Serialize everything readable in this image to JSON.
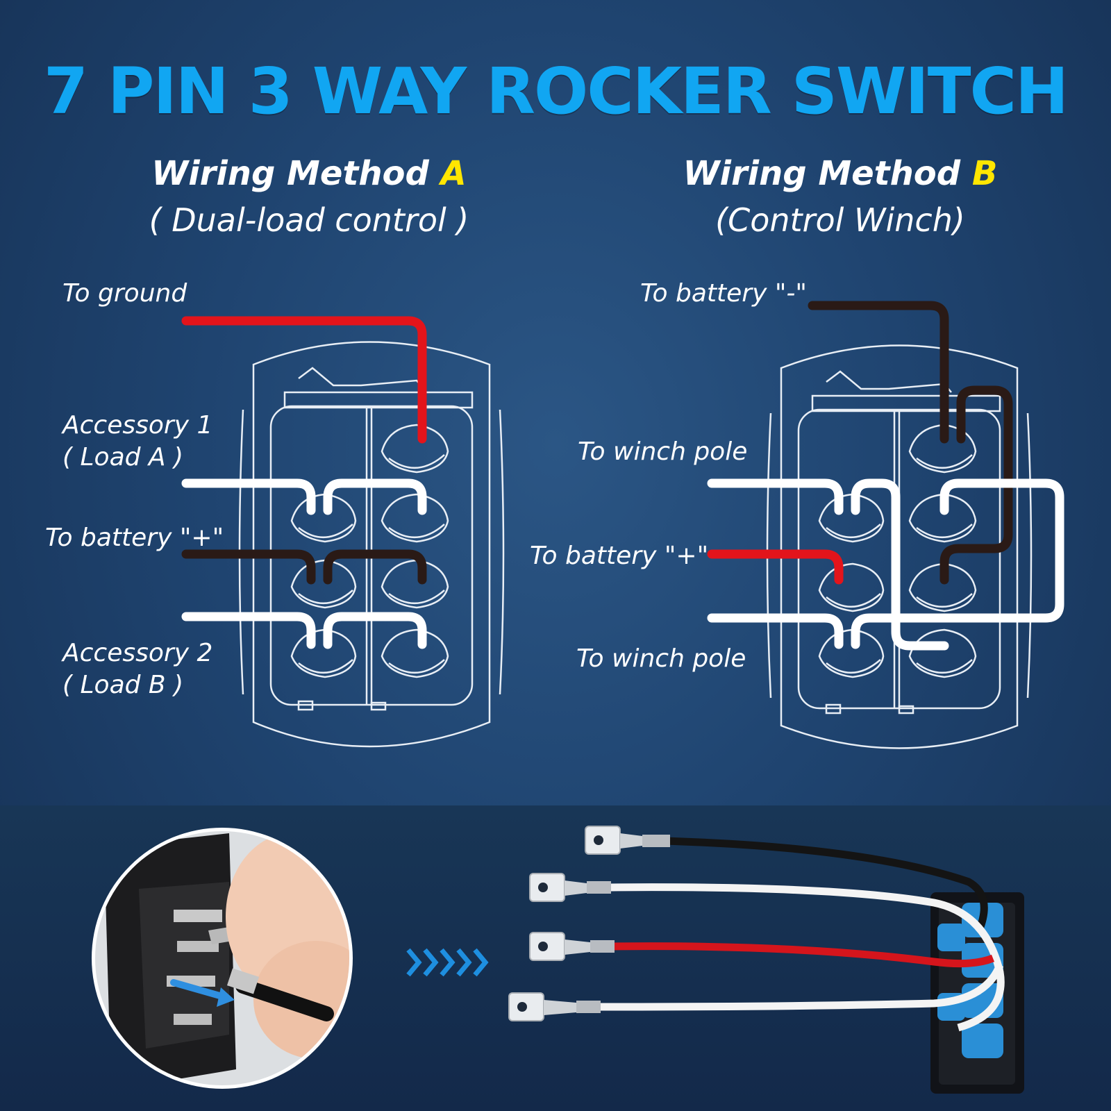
{
  "title": "7 PIN 3 WAY ROCKER SWITCH",
  "method_a": {
    "heading": "Wiring Method",
    "letter": "A",
    "subtitle": "( Dual-load control )",
    "labels": {
      "ground": "To ground",
      "accessory1_line1": "Accessory 1",
      "accessory1_line2": "( Load A )",
      "battery_plus": "To battery \"+\"",
      "accessory2_line1": "Accessory 2",
      "accessory2_line2": "( Load B )"
    }
  },
  "method_b": {
    "heading": "Wiring Method",
    "letter": "B",
    "subtitle": "(Control Winch)",
    "labels": {
      "battery_minus": "To battery \"-\"",
      "winch_pole_1": "To winch pole",
      "battery_plus": "To battery \"+\"",
      "winch_pole_2": "To winch pole"
    }
  },
  "colors": {
    "title": "#11a6f2",
    "letter_highlight": "#ffe600",
    "wire_red": "#e3141b",
    "wire_black": "#2a1a16",
    "wire_white": "#ffffff",
    "arrow": "#1e8fe0"
  },
  "icons": [
    "install-photo",
    "arrow-chevrons-icon",
    "wired-switch-photo"
  ]
}
